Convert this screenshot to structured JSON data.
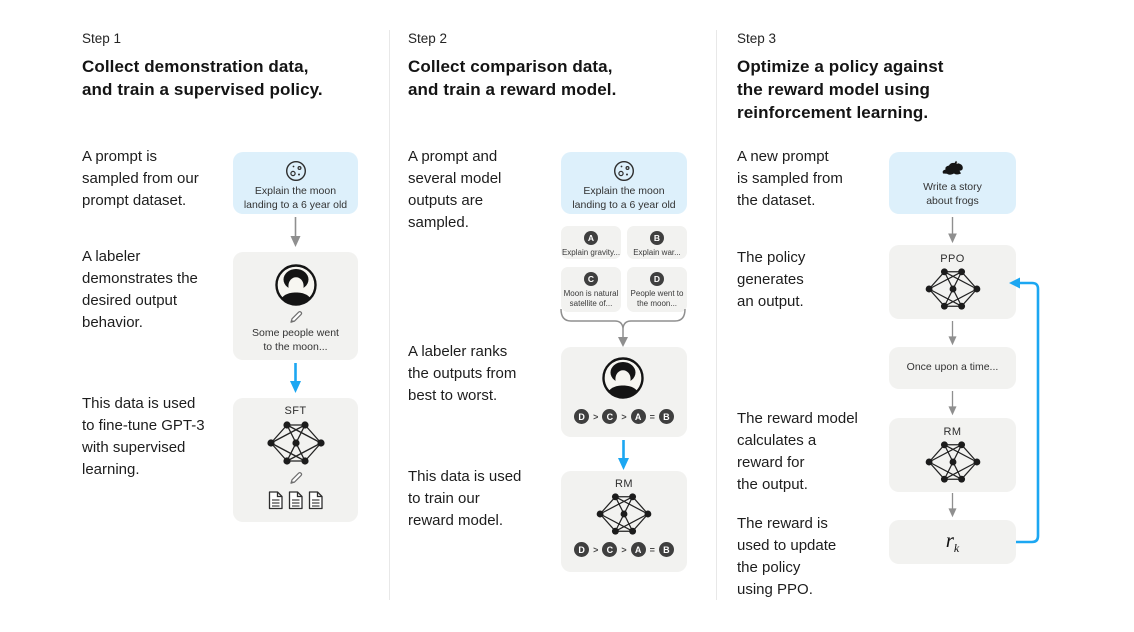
{
  "colors": {
    "prompt_card_bg": "#ddf0fb",
    "card_bg": "#f2f2f0",
    "arrow_gray": "#8f8f8f",
    "arrow_blue": "#1ca7f2",
    "badge_bg": "#3f3f3f",
    "divider": "#e8e8e8"
  },
  "steps": [
    {
      "label": "Step 1",
      "title": "Collect demonstration data,\nand train a supervised policy.",
      "paragraphs": {
        "p1": "A prompt is\nsampled from our\nprompt dataset.",
        "p2": "A labeler\ndemonstrates the\ndesired output\nbehavior.",
        "p3": "This data is used\nto fine-tune GPT-3\nwith supervised\nlearning."
      },
      "prompt_card": {
        "icon": "moon-icon",
        "text": "Explain the moon\nlanding to a 6 year old"
      },
      "labeler_card": {
        "icon": "labeler-avatar",
        "note": "Some people went\nto the moon..."
      },
      "model_card": {
        "name": "SFT",
        "icon": "neural-network-icon"
      }
    },
    {
      "label": "Step 2",
      "title": "Collect comparison data,\nand train a reward model.",
      "paragraphs": {
        "p1": "A prompt and\nseveral model\noutputs are\nsampled.",
        "p2": "A labeler ranks\nthe outputs from\nbest to worst.",
        "p3": "This data is used\nto train our\nreward model."
      },
      "prompt_card": {
        "icon": "moon-icon",
        "text": "Explain the moon\nlanding to a 6 year old"
      },
      "outputs": [
        {
          "id": "A",
          "text": "Explain gravity..."
        },
        {
          "id": "B",
          "text": "Explain war..."
        },
        {
          "id": "C",
          "text": "Moon is natural\nsatellite of..."
        },
        {
          "id": "D",
          "text": "People went to\nthe moon..."
        }
      ],
      "ranking": {
        "items": [
          "D",
          "C",
          "A",
          "B"
        ],
        "separators": [
          ">",
          ">",
          "="
        ]
      },
      "model_card": {
        "name": "RM",
        "icon": "neural-network-icon"
      }
    },
    {
      "label": "Step 3",
      "title": "Optimize a policy against\nthe reward model using\nreinforcement learning.",
      "paragraphs": {
        "p1": "A new prompt\nis sampled from\nthe dataset.",
        "p2": "The policy\ngenerates\nan output.",
        "p3": "The reward model\ncalculates a\nreward for\nthe output.",
        "p4": "The reward is\nused to update\nthe policy\nusing PPO."
      },
      "prompt_card": {
        "icon": "frog-icon",
        "text": "Write a story\nabout frogs"
      },
      "policy_card": {
        "name": "PPO",
        "icon": "neural-network-icon"
      },
      "output_card": {
        "text": "Once upon a time..."
      },
      "reward_model_card": {
        "name": "RM",
        "icon": "neural-network-icon"
      },
      "reward_card": {
        "base": "r",
        "sub": "k"
      }
    }
  ]
}
